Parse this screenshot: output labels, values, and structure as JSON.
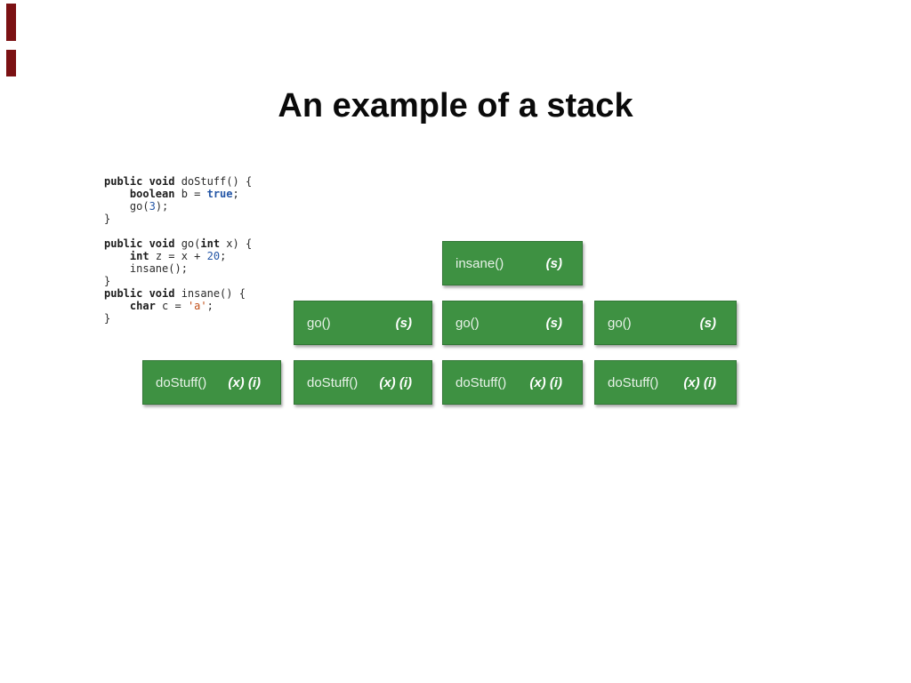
{
  "slide": {
    "title": "An example of a stack"
  },
  "colors": {
    "frame_green": "#3e9142",
    "marker_red": "#7b1113",
    "code_keyword": "#1c1c1c",
    "code_number": "#2456a6",
    "code_string": "#c24f18"
  },
  "code": {
    "lines": [
      [
        {
          "t": "public void",
          "k": "kw"
        },
        {
          "t": " doStuff() {"
        }
      ],
      [
        {
          "t": "    "
        },
        {
          "t": "boolean",
          "k": "kw"
        },
        {
          "t": " b = "
        },
        {
          "t": "true",
          "k": "bool"
        },
        {
          "t": ";"
        }
      ],
      [
        {
          "t": "    go("
        },
        {
          "t": "3",
          "k": "num"
        },
        {
          "t": ");"
        }
      ],
      [
        {
          "t": "}"
        }
      ],
      [],
      [
        {
          "t": "public void",
          "k": "kw"
        },
        {
          "t": " go("
        },
        {
          "t": "int",
          "k": "kw"
        },
        {
          "t": " x) {"
        }
      ],
      [
        {
          "t": "    "
        },
        {
          "t": "int",
          "k": "kw"
        },
        {
          "t": " z = x + "
        },
        {
          "t": "20",
          "k": "num"
        },
        {
          "t": ";"
        }
      ],
      [
        {
          "t": "    insane();"
        }
      ],
      [
        {
          "t": "}"
        }
      ],
      [
        {
          "t": "public void",
          "k": "kw"
        },
        {
          "t": " insane() {"
        }
      ],
      [
        {
          "t": "    "
        },
        {
          "t": "char",
          "k": "kw"
        },
        {
          "t": " c = "
        },
        {
          "t": "'a'",
          "k": "str"
        },
        {
          "t": ";"
        }
      ],
      [
        {
          "t": "}"
        }
      ]
    ]
  },
  "stack": {
    "columns": [
      {
        "frames": [
          {
            "name": "doStuff()",
            "note": "(x) (i)"
          }
        ]
      },
      {
        "frames": [
          {
            "name": "go()",
            "note": "(s)"
          },
          {
            "name": "doStuff()",
            "note": "(x) (i)"
          }
        ]
      },
      {
        "frames": [
          {
            "name": "insane()",
            "note": "(s)"
          },
          {
            "name": "go()",
            "note": "(s)"
          },
          {
            "name": "doStuff()",
            "note": "(x) (i)"
          }
        ]
      },
      {
        "frames": [
          {
            "name": "go()",
            "note": "(s)"
          },
          {
            "name": "doStuff()",
            "note": "(x) (i)"
          }
        ]
      }
    ]
  }
}
